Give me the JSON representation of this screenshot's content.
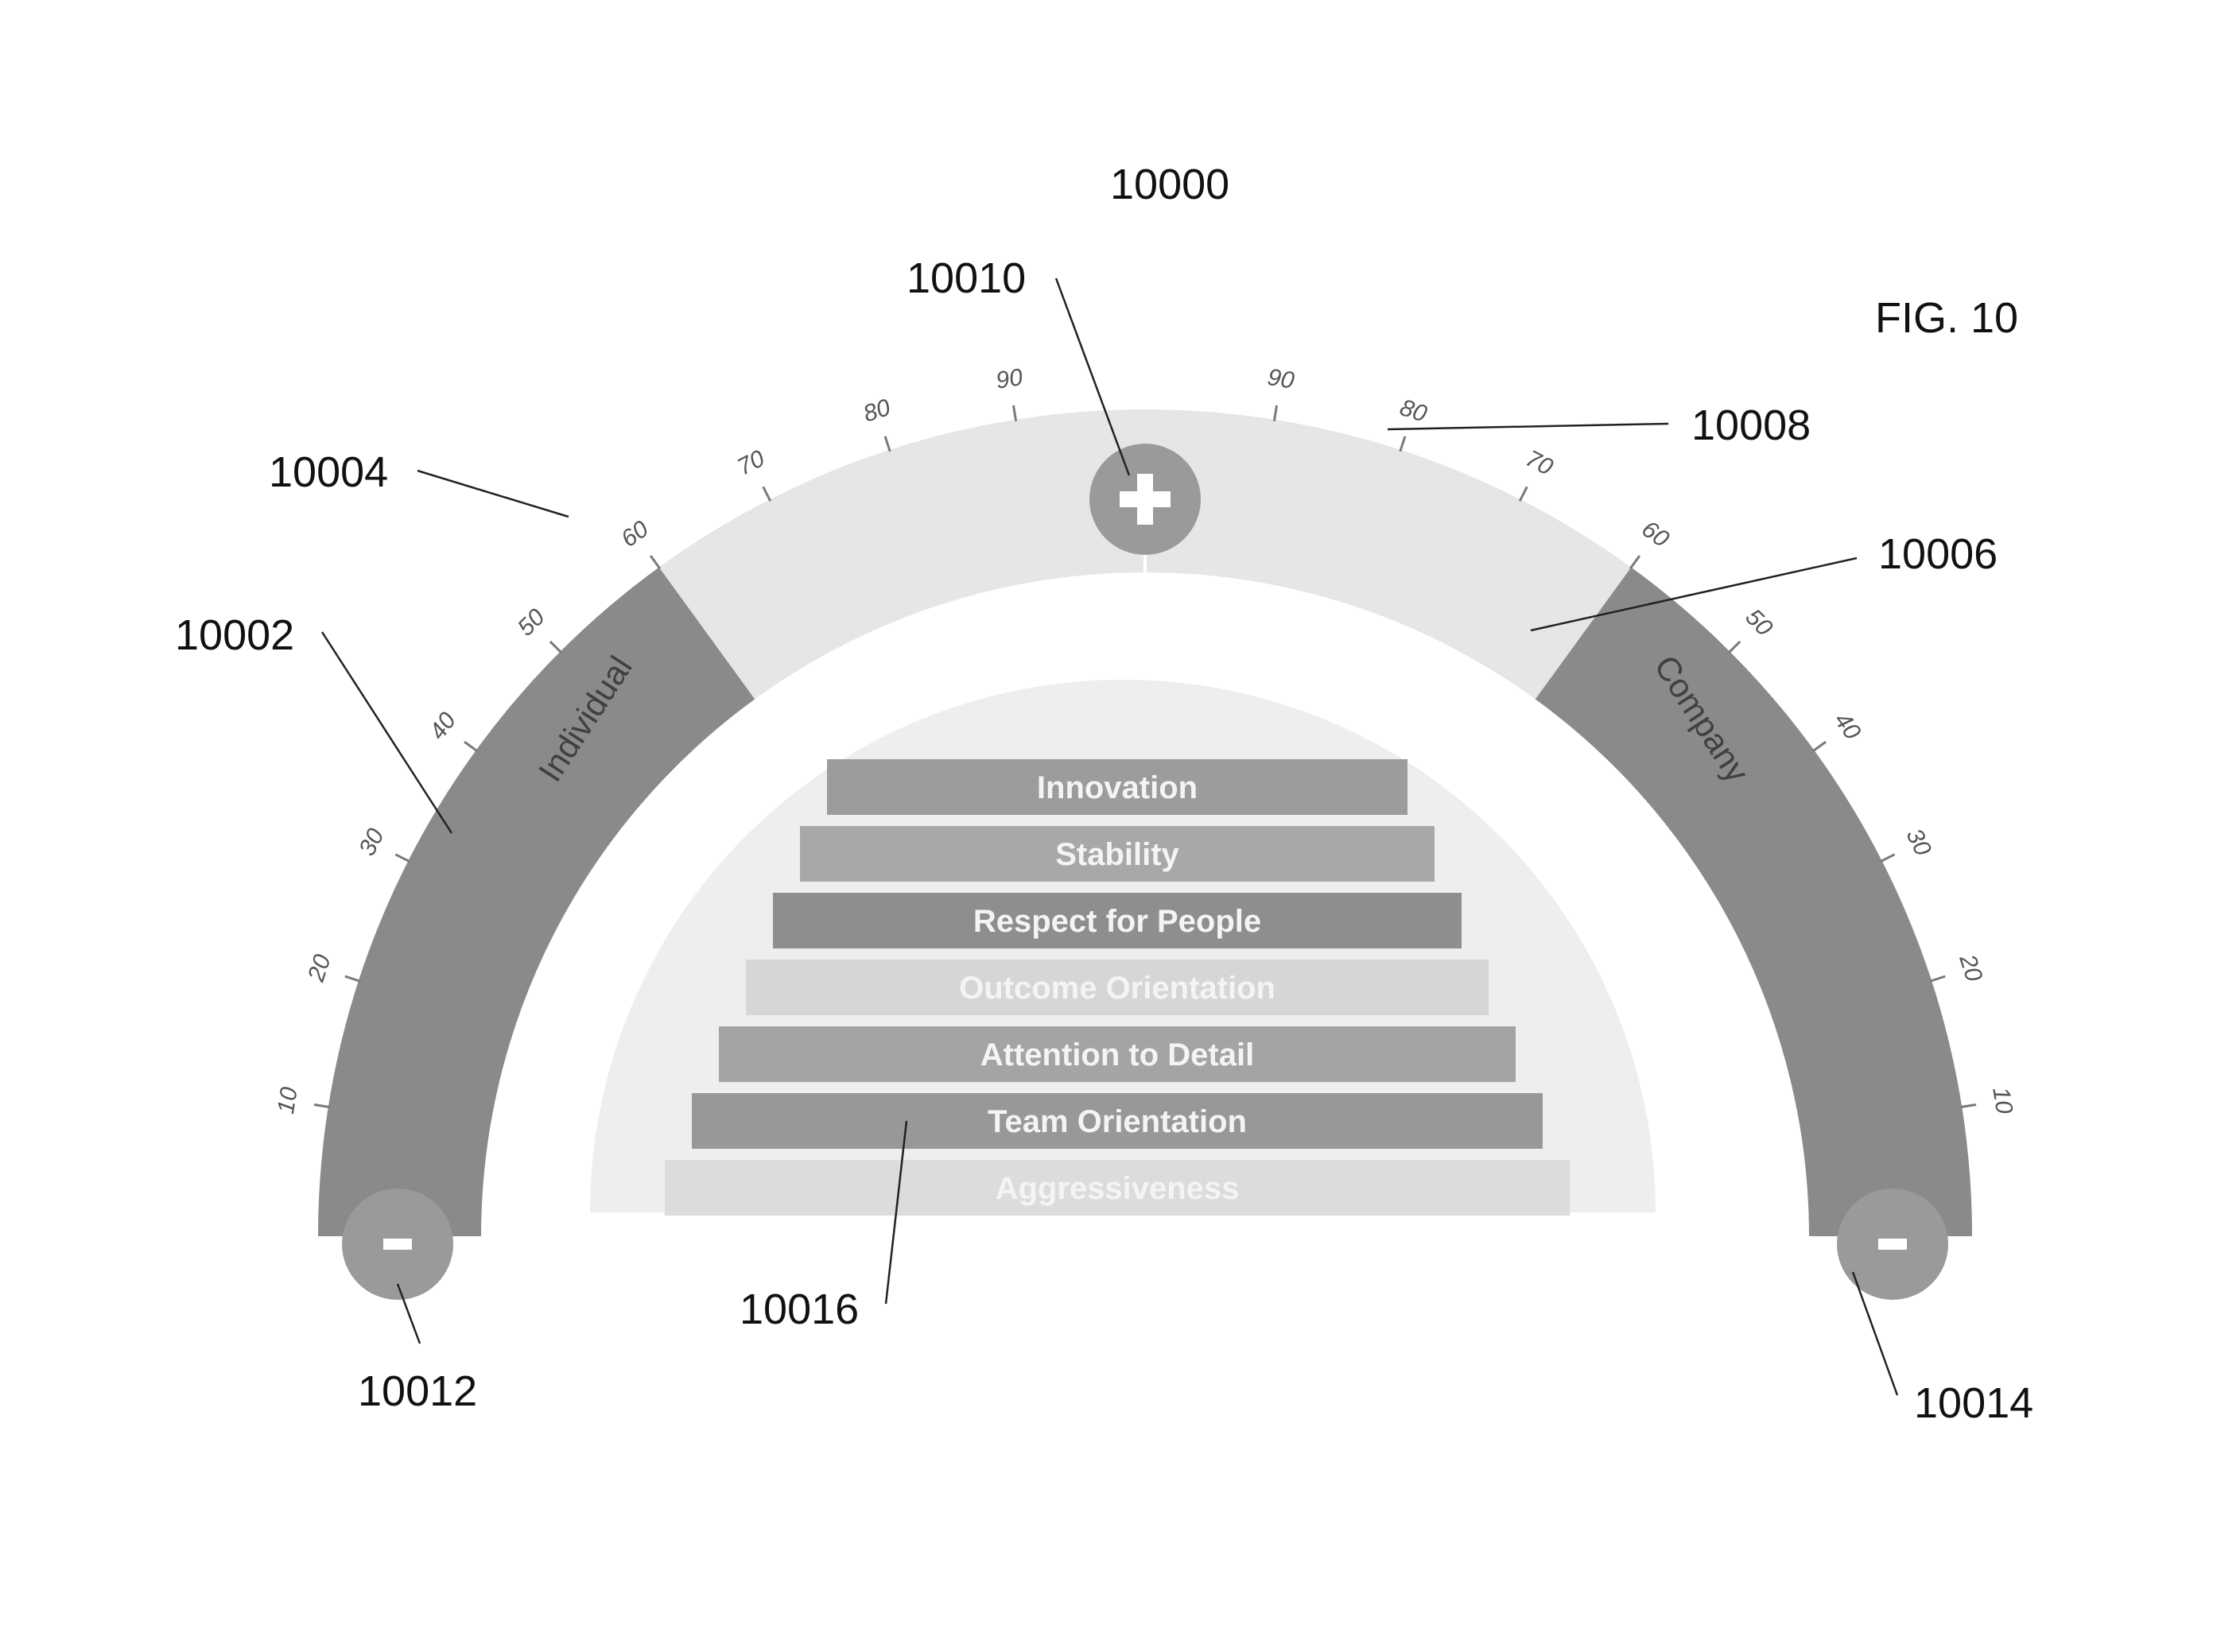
{
  "figure_label": "FIG. 10",
  "reference_numerals": {
    "overall": "10000",
    "individual_segment": "10002",
    "individual_scale": "10004",
    "company_segment": "10006",
    "company_scale": "10008",
    "plus_button": "10010",
    "minus_button_left": "10012",
    "minus_button_right": "10014",
    "value_stack": "10016"
  },
  "gauge": {
    "left_label": "Individual",
    "right_label": "Company",
    "left_value": 60,
    "right_value": 60,
    "plus_symbol": "+",
    "minus_symbol": "-",
    "left_ticks": [
      "10",
      "20",
      "30",
      "40",
      "50",
      "60",
      "70",
      "80",
      "90"
    ],
    "right_ticks": [
      "10",
      "20",
      "30",
      "40",
      "50",
      "60",
      "70",
      "80",
      "90"
    ],
    "colors": {
      "filled": "#8a8a8a",
      "track": "#e6e6e6",
      "button": "#9a9a9a",
      "inner_dome": "#eeeeee"
    }
  },
  "values": [
    {
      "label": "Innovation",
      "color": "#9c9c9c"
    },
    {
      "label": "Stability",
      "color": "#a8a8a8"
    },
    {
      "label": "Respect for People",
      "color": "#8e8e8e"
    },
    {
      "label": "Outcome Orientation",
      "color": "#d6d6d6"
    },
    {
      "label": "Attention to Detail",
      "color": "#a4a4a4"
    },
    {
      "label": "Team Orientation",
      "color": "#989898"
    },
    {
      "label": "Aggressiveness",
      "color": "#dcdcdc"
    }
  ]
}
